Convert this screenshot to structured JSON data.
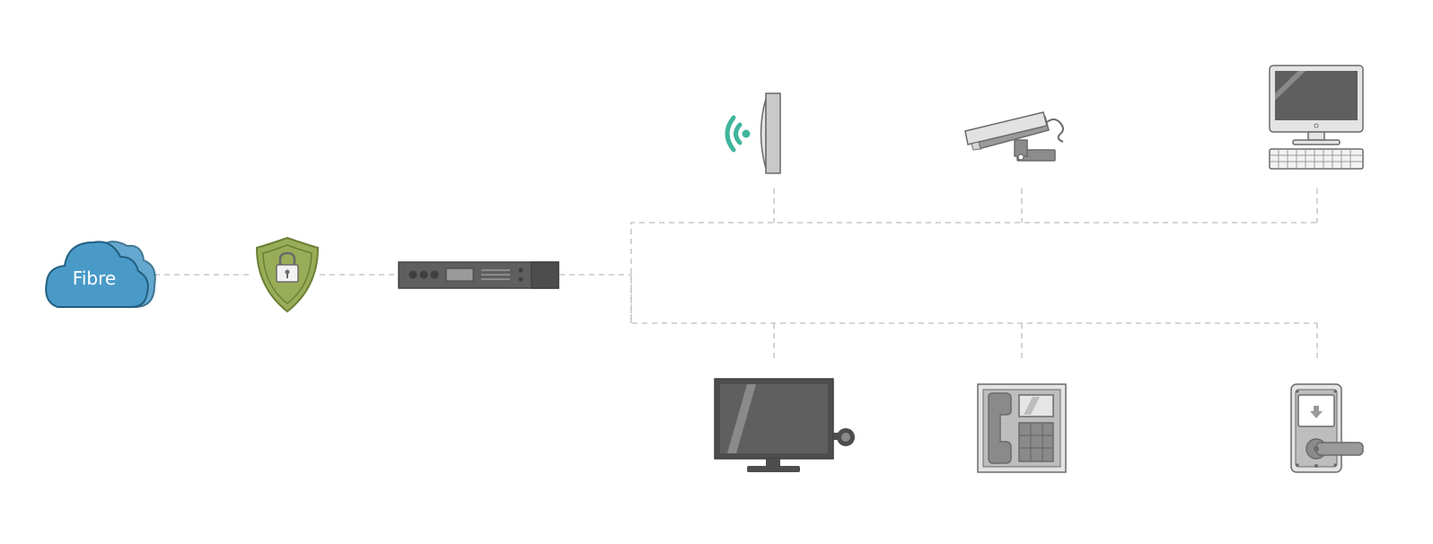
{
  "cloud": {
    "label": "Fibre",
    "icon": "cloud-icon"
  },
  "nodes": [
    {
      "name": "cloud-node",
      "icon": "cloud-icon"
    },
    {
      "name": "firewall-node",
      "icon": "shield-lock-icon"
    },
    {
      "name": "switch-node",
      "icon": "network-switch-icon"
    },
    {
      "name": "wifi-access-point-node",
      "icon": "wifi-access-point-icon"
    },
    {
      "name": "cctv-camera-node",
      "icon": "cctv-camera-icon"
    },
    {
      "name": "desktop-computer-node",
      "icon": "desktop-computer-icon"
    },
    {
      "name": "television-node",
      "icon": "television-icon"
    },
    {
      "name": "intercom-phone-node",
      "icon": "intercom-phone-icon"
    },
    {
      "name": "door-lock-node",
      "icon": "door-lock-icon"
    }
  ],
  "colors": {
    "connector": "#c8c8c8",
    "cloud_fill": "#4a9ac8",
    "cloud_stroke": "#215f80",
    "cloud_text": "#ffffff",
    "shield_fill": "#99ad58",
    "shield_stroke": "#6c7f35",
    "device_dark": "#5f5f5f",
    "device_light": "#c9c9c9",
    "device_stroke": "#6a6a6a",
    "wifi_signal": "#3fb59c"
  }
}
